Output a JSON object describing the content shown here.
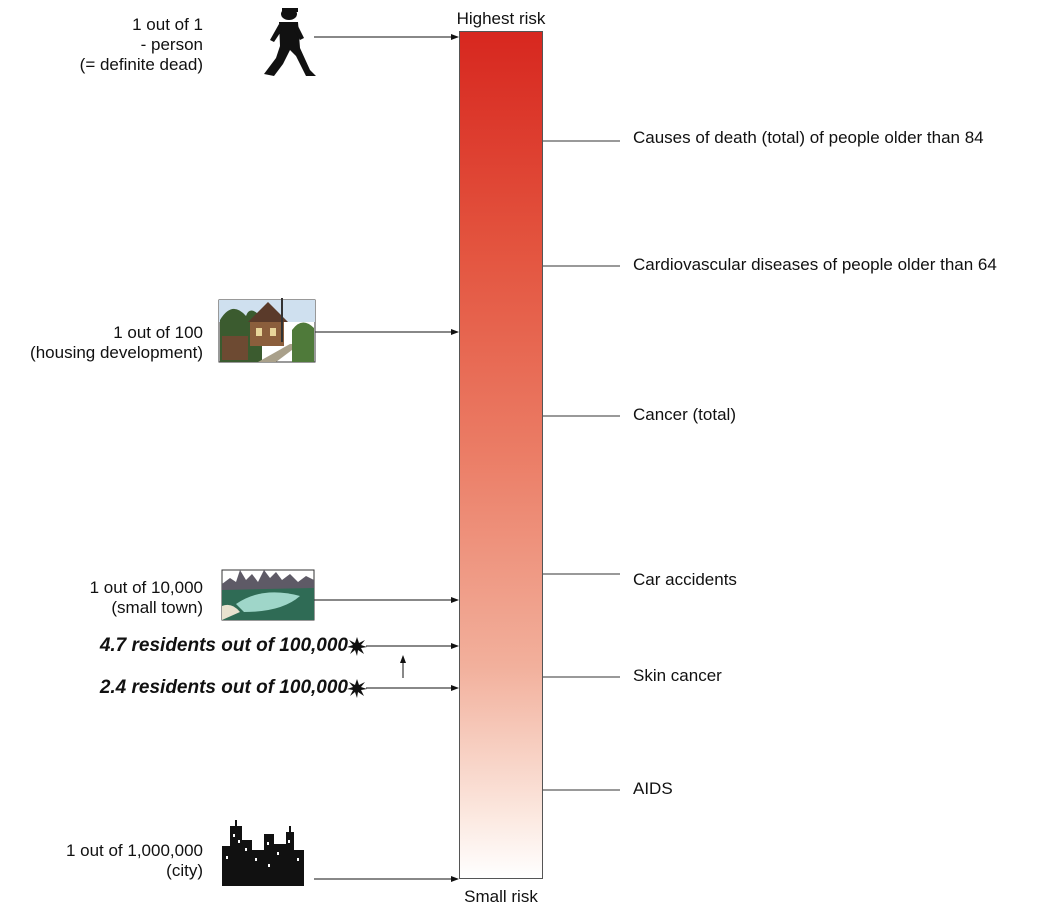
{
  "scale": {
    "top_label": "Highest risk",
    "bottom_label": "Small risk"
  },
  "left_labels": [
    {
      "id": "person",
      "lines": [
        "1 out of 1",
        "- person",
        "(= definite dead)"
      ],
      "icon": "walking-person-icon"
    },
    {
      "id": "housing",
      "lines": [
        "1 out of 100",
        "(housing development)"
      ],
      "icon": "houses-icon"
    },
    {
      "id": "town",
      "lines": [
        "1 out of 10,000",
        "(small town)"
      ],
      "icon": "small-town-icon"
    },
    {
      "id": "city",
      "lines": [
        "1 out of 1,000,000",
        "(city)"
      ],
      "icon": "city-skyline-icon"
    }
  ],
  "resident_markers": [
    {
      "text": "4.7 residents out of 100,000",
      "icon": "burst-icon"
    },
    {
      "text": "2.4 residents out of 100,000",
      "icon": "burst-icon"
    }
  ],
  "right_labels": [
    "Causes of death (total) of people older than 84",
    "Cardiovascular diseases of people older than 64",
    "Cancer (total)",
    "Car accidents",
    "Skin cancer",
    "AIDS"
  ],
  "colors": {
    "bar_top": "#d7271f",
    "bar_bottom": "#ffffff"
  }
}
